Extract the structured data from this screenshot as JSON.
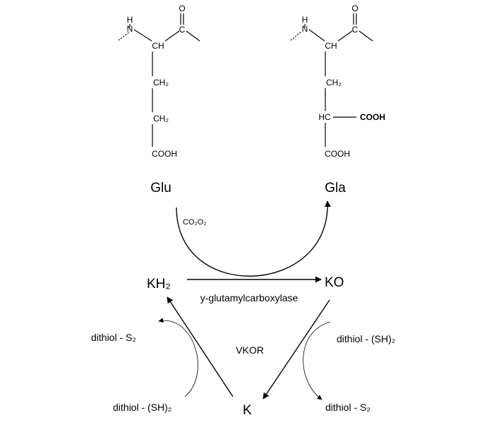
{
  "glu": {
    "atoms": {
      "n": "N",
      "h": "H",
      "ch": "CH",
      "c": "C",
      "o": "O",
      "ch2_1": "CH₂",
      "ch2_2": "CH₂",
      "cooh": "COOH"
    },
    "label": "Glu"
  },
  "gla": {
    "atoms": {
      "n": "N",
      "h": "H",
      "ch": "CH",
      "c": "C",
      "o": "O",
      "ch2": "CH₂",
      "hc": "HC",
      "cooh_side": "COOH",
      "cooh": "COOH"
    },
    "label": "Gla"
  },
  "cycle": {
    "cofactors": "CO₂O₂",
    "kh2": "KH₂",
    "ko": "KO",
    "k": "K",
    "enzyme": "y-glutamylcarboxylase",
    "vkor": "VKOR",
    "left_top": "dithiol - S₂",
    "left_bottom": "dithiol - (SH)₂",
    "right_top": "dithiol - (SH)₂",
    "right_bottom": "dithiol - S₂"
  }
}
